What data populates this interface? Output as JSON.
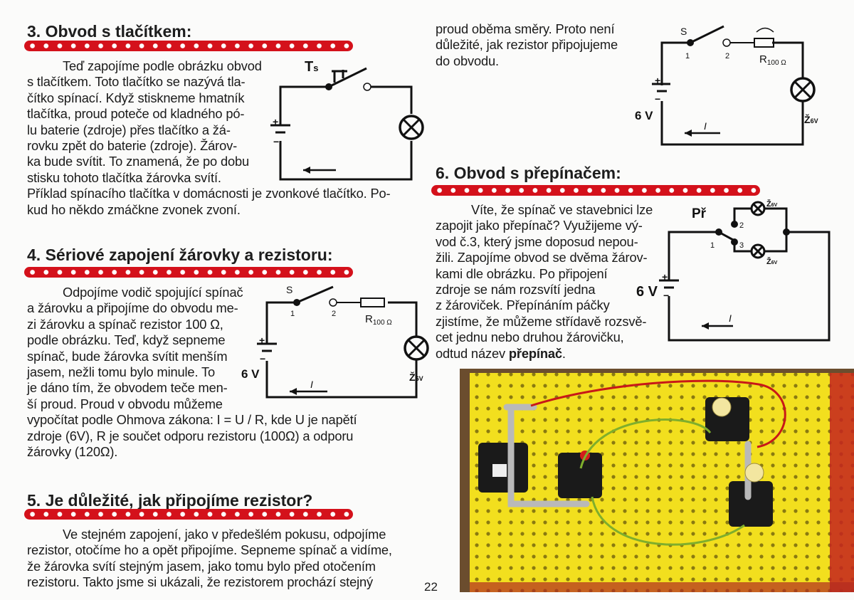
{
  "sections": {
    "s3": {
      "title": "3. Obvod s tlačítkem:",
      "lines": [
        "Teď zapojíme podle obrázku obvod",
        "s tlačítkem. Toto tlačítko se nazývá tla-",
        "čítko spínací. Když stiskneme hmatník",
        "tlačítka, proud poteče od kladného pó-",
        "lu baterie (zdroje) přes tlačítko a žá-",
        "rovku zpět do baterie (zdroje). Žárov-",
        "ka bude svítit. To znamená, že po dobu",
        "stisku tohoto tlačítka žárovka svítí.",
        "Příklad spínacího tlačítka v domácnosti je zvonkové tlačítko. Po-",
        "kud ho někdo zmáčkne zvonek zvoní."
      ],
      "diagram": {
        "switch_label": "T",
        "switch_sub": "s"
      }
    },
    "s4": {
      "title": "4. Sériové zapojení žárovky a rezistoru:",
      "lines": [
        "Odpojíme vodič spojující spínač",
        "a žárovku a připojíme do obvodu me-",
        "zi žárovku a spínač rezistor 100 Ω,",
        "podle obrázku. Teď, když sepneme",
        "spínač, bude žárovka svítit menším",
        "jasem, nežli tomu bylo minule. To",
        "je dáno tím, že obvodem teče men-",
        "ší proud. Proud v obvodu můžeme",
        "vypočítat podle Ohmova zákona: I = U / R, kde U je napětí",
        "zdroje (6V), R je součet odporu rezistoru (100Ω) a odporu",
        "žárovky (120Ω)."
      ],
      "diagram": {
        "switch": "S",
        "pin1": "1",
        "pin2": "2",
        "resistor": "R",
        "resistor_sub": "100 Ω",
        "voltage": "6 V",
        "bulb": "Ž",
        "bulb_sub": "6V",
        "current": "I"
      }
    },
    "s5": {
      "title": "5. Je důležité, jak připojíme rezistor?",
      "lines": [
        "Ve stejném zapojení, jako v předešlém pokusu, odpojíme",
        "rezistor, otočíme ho a opět připojíme. Sepneme spínač a vidíme,",
        "že žárovka svítí stejným jasem, jako tomu bylo před otočením",
        "rezistoru. Takto jsme si ukázali, že rezistorem prochází stejný"
      ],
      "continued": [
        "proud oběma směry. Proto není",
        "důležité, jak rezistor připojujeme",
        "do obvodu."
      ],
      "diagram": {
        "switch": "S",
        "pin1": "1",
        "pin2": "2",
        "resistor": "R",
        "resistor_sub": "100 Ω",
        "voltage": "6 V",
        "bulb": "Ž",
        "bulb_sub": "6V",
        "current": "I"
      }
    },
    "s6": {
      "title": "6. Obvod s přepínačem:",
      "lines": [
        "Víte, že spínač ve stavebnici lze",
        "zapojit jako přepínač? Využijeme vý-",
        "vod č.3, který jsme doposud nepou-",
        "žili. Zapojíme obvod se dvěma žárov-",
        "kami dle obrázku. Po připojení",
        "zdroje se nám rozsvítí jedna",
        "z žároviček. Přepínáním páčky",
        "zjistíme, že můžeme střídavě rozsvě-",
        "cet jednu nebo druhou žárovičku,"
      ],
      "last_line_prefix": "odtud název ",
      "last_line_bold": "přepínač",
      "last_line_suffix": ".",
      "diagram": {
        "switch": "Př",
        "pin1": "1",
        "pin2": "2",
        "pin3": "3",
        "voltage": "6 V",
        "bulb": "Ž",
        "bulb_sub": "6V",
        "current": "I"
      }
    }
  },
  "page_number": "22",
  "colors": {
    "ribbon": "#d4111b",
    "board": "#f2df1e"
  }
}
